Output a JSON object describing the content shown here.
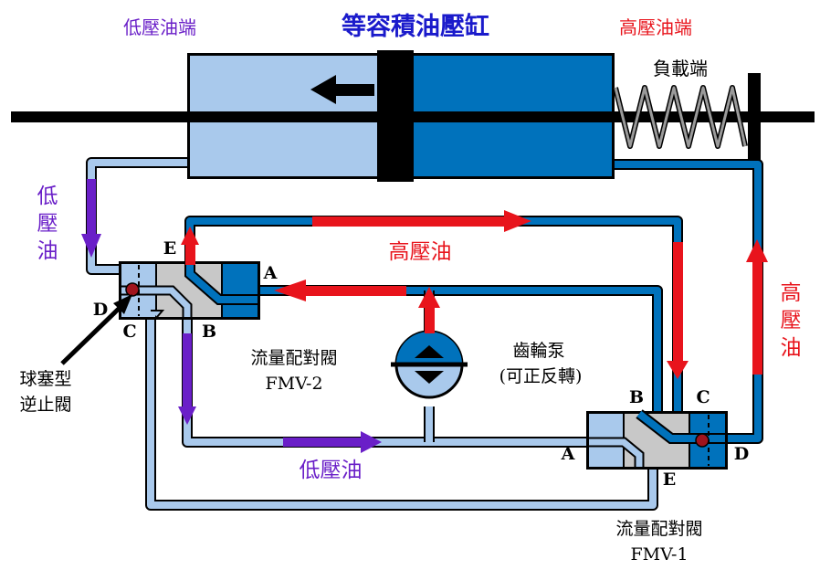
{
  "title": "等容積油壓缸",
  "low_end_label": "低壓油端",
  "high_end_label": "高壓油端",
  "load_label": "負載端",
  "left_low_oil": [
    "低",
    "壓",
    "油"
  ],
  "right_high_oil": [
    "高",
    "壓",
    "油"
  ],
  "high_oil_label": "高壓油",
  "low_oil_label": "低壓油",
  "pump_label": "齒輪泵",
  "pump_sub": "(可正反轉)",
  "fmv2_name": "流量配對閥",
  "fmv2_id": "FMV-2",
  "fmv1_name": "流量配對閥",
  "fmv1_id": "FMV-1",
  "check_valve_label": [
    "球塞型",
    "逆止閥"
  ],
  "ports": {
    "A": "A",
    "B": "B",
    "C": "C",
    "D": "D",
    "E": "E"
  },
  "colors": {
    "low_pressure": "#6a1fc8",
    "high_pressure": "#e8141c",
    "light_blue": "#a9c9ec",
    "dark_blue": "#0072bc",
    "valve_gray": "#c8c8c8"
  }
}
